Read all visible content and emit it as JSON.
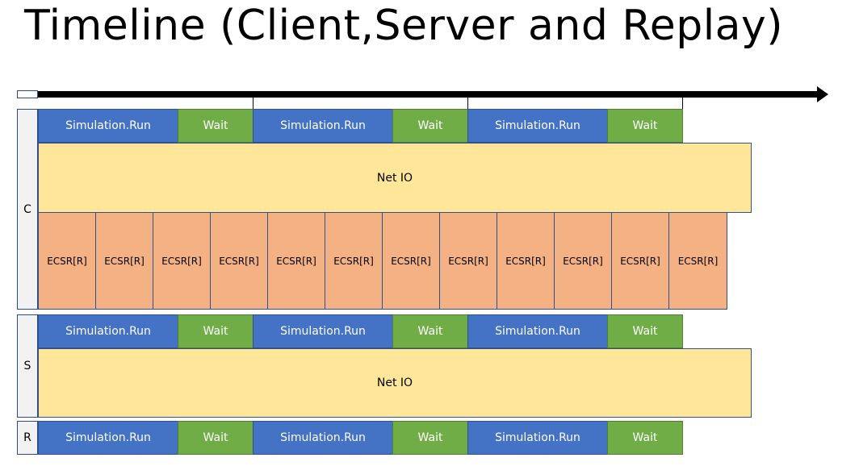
{
  "title": "Timeline (Client,Server and Replay)",
  "rows": {
    "client": "C",
    "server": "S",
    "replay": "R"
  },
  "labels": {
    "run": "Simulation.Run",
    "wait": "Wait",
    "netio": "Net IO",
    "ecsr": "ECSR[R]"
  },
  "colors": {
    "run": "#4472c4",
    "wait": "#70ad47",
    "netio": "#ffe699",
    "ecsr": "#f4b183"
  }
}
